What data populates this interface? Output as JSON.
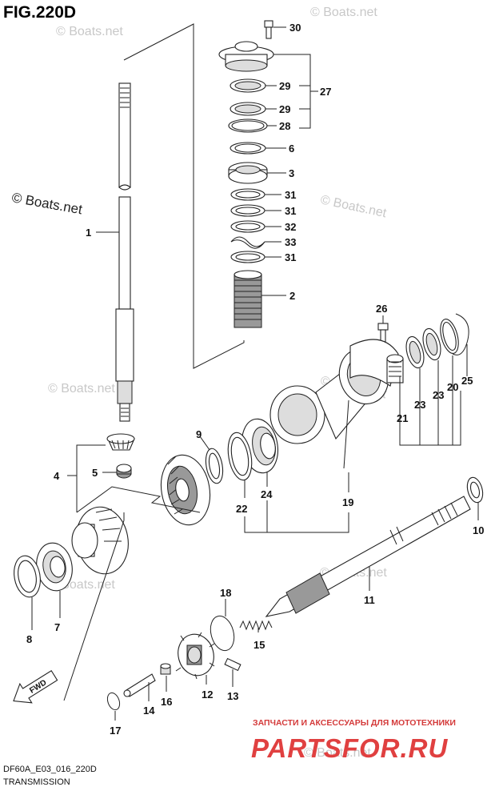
{
  "figure_title": "FIG.220D",
  "watermarks": [
    "© Boats.net",
    "© Boats.net",
    "© Boats.net",
    "© Boats.net",
    "© Boats.net",
    "© Boats.net",
    "© Boats.net",
    "© Boats.net"
  ],
  "watermark_dark": "© Boats.net",
  "direction_arrow": "FWD",
  "footer": {
    "code": "DF60A_E03_016_220D",
    "section": "TRANSMISSION"
  },
  "shop": {
    "tagline": "ЗАПЧАСТИ И АКСЕССУАРЫ ДЛЯ МОТОТЕХНИКИ",
    "logo": "PARTSFOR.RU"
  },
  "callouts": {
    "c30": "30",
    "c29a": "29",
    "c27": "27",
    "c29b": "29",
    "c28": "28",
    "c6": "6",
    "c3": "3",
    "c31a": "31",
    "c31b": "31",
    "c32": "32",
    "c33": "33",
    "c31c": "31",
    "c2": "2",
    "c1": "1",
    "c26": "26",
    "c25": "25",
    "c20": "20",
    "c23a": "23",
    "c23b": "23",
    "c21": "21",
    "c9": "9",
    "c4": "4",
    "c5": "5",
    "c24": "24",
    "c22": "22",
    "c19": "19",
    "c10": "10",
    "c11": "11",
    "c7": "7",
    "c8": "8",
    "c18": "18",
    "c15": "15",
    "c12": "12",
    "c13": "13",
    "c16": "16",
    "c14": "14",
    "c17": "17"
  },
  "colors": {
    "line": "#222222",
    "watermark": "#c8c8c8",
    "shop_red": "#e04040"
  }
}
